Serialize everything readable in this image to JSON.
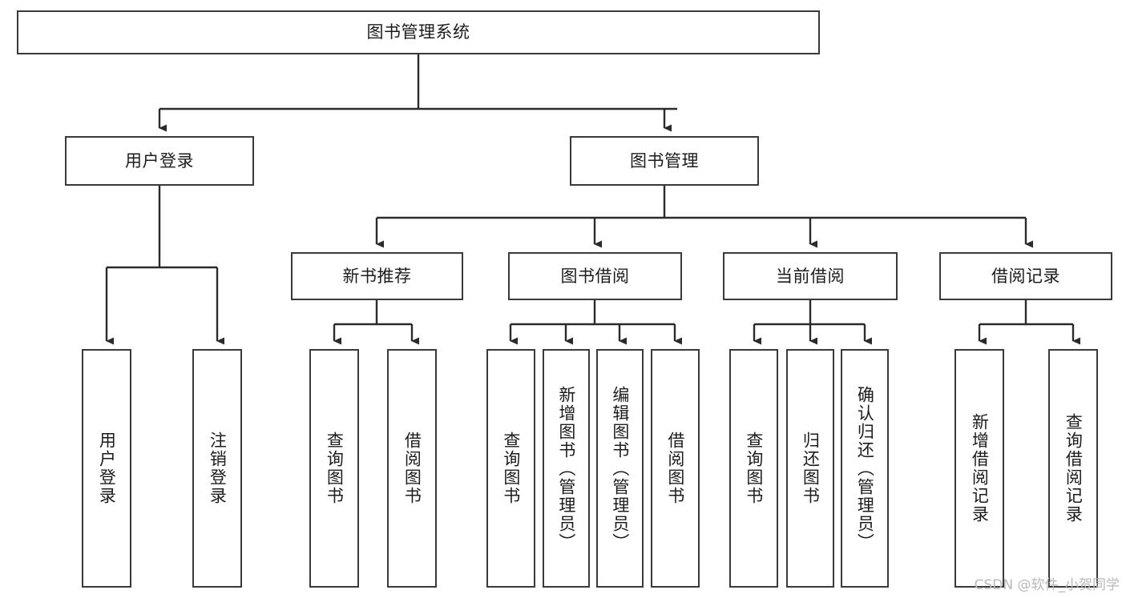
{
  "diagram": {
    "title": "图书管理系统",
    "watermark": "CSDN @软件_小贺同学",
    "colors": {
      "border": "#3a3a3a",
      "background": "#ffffff",
      "text": "#1c1c1c",
      "watermark": "#b9b9b9"
    },
    "nodes": {
      "root": {
        "label": "图书管理系统"
      },
      "level2": [
        {
          "label": "用户登录"
        },
        {
          "label": "图书管理"
        }
      ],
      "level3": [
        {
          "label": "新书推荐"
        },
        {
          "label": "图书借阅"
        },
        {
          "label": "当前借阅"
        },
        {
          "label": "借阅记录"
        }
      ],
      "leaves": {
        "user_login": [
          {
            "label": "用户登录"
          },
          {
            "label": "注销登录"
          }
        ],
        "new_book": [
          {
            "label": "查询图书"
          },
          {
            "label": "借阅图书"
          }
        ],
        "book_borrow": [
          {
            "label": "查询图书"
          },
          {
            "label": "新增图书（管理员）"
          },
          {
            "label": "编辑图书（管理员）"
          },
          {
            "label": "借阅图书"
          }
        ],
        "current_borrow": [
          {
            "label": "查询图书"
          },
          {
            "label": "归还图书"
          },
          {
            "label": "确认归还（管理员）"
          }
        ],
        "borrow_record": [
          {
            "label": "新增借阅记录"
          },
          {
            "label": "查询借阅记录"
          }
        ]
      }
    }
  }
}
